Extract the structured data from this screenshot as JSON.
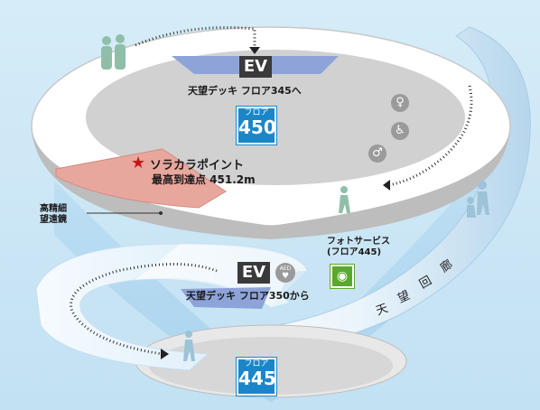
{
  "upper": {
    "ev_label": "EV",
    "to_deck": "天望デッキ フロア345へ",
    "floor_sub": "フロア",
    "floor_num": "450",
    "point_title": "ソラカラポイント",
    "point_detail": "最高到達点 451.2m",
    "telescope": "高精細\n望遠鏡"
  },
  "lower": {
    "ev_label": "EV",
    "aed_label": "AED",
    "from_deck": "天望デッキ フロア350から",
    "photo_service": "フォトサービス\n(フロア445)",
    "floor_sub": "フロア",
    "floor_num": "445"
  },
  "corridor": {
    "chars": [
      "天",
      "望",
      "回",
      "廊"
    ]
  },
  "colors": {
    "floor_badge": "#1a86c9",
    "ev_badge": "#3a3a3a",
    "sorakara_zone": "#e8a79d",
    "star": "#c8141c",
    "photo_service": "#5aa832"
  },
  "icons": [
    "walking-person-icon",
    "couple-icon",
    "restroom-female-icon",
    "wheelchair-icon",
    "restroom-male-icon",
    "aed-icon",
    "camera-icon",
    "star-icon",
    "direction-arrow-icon"
  ]
}
